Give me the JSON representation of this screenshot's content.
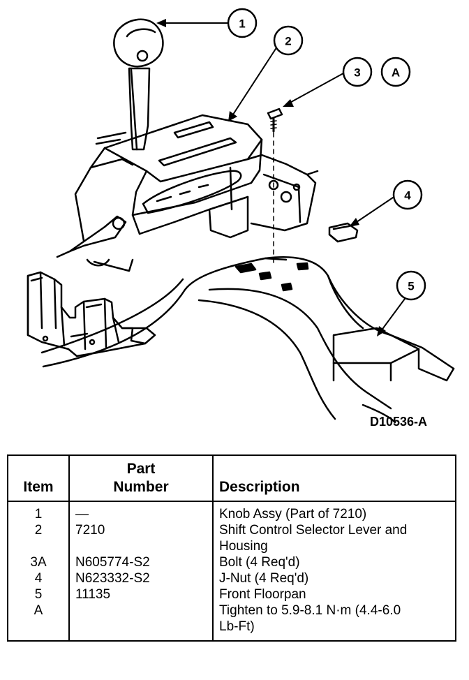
{
  "diagram": {
    "callouts": {
      "c1": "1",
      "c2": "2",
      "c3": "3",
      "cA": "A",
      "c4": "4",
      "c5": "5"
    },
    "drawing_id": "D10536-A"
  },
  "table": {
    "headers": {
      "item": "Item",
      "part_line1": "Part",
      "part_line2": "Number",
      "description": "Description"
    },
    "rows": [
      {
        "item": "1",
        "part": "—",
        "description": "Knob Assy (Part of 7210)"
      },
      {
        "item": "2",
        "part": "7210",
        "description": "Shift Control Selector Lever and Housing"
      },
      {
        "item": "3A",
        "part": "N605774-S2",
        "description": "Bolt (4 Req'd)"
      },
      {
        "item": "4",
        "part": "N623332-S2",
        "description": "J-Nut (4 Req'd)"
      },
      {
        "item": "5",
        "part": "11135",
        "description": "Front Floorpan"
      },
      {
        "item": "A",
        "part": "",
        "description": "Tighten to 5.9-8.1 N·m (4.4-6.0 Lb-Ft)"
      }
    ]
  }
}
